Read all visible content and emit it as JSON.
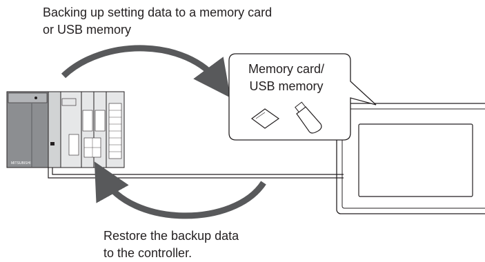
{
  "captions": {
    "backup": [
      "Backing up setting data to a memory card",
      "or USB memory"
    ],
    "restore": [
      "Restore the backup data",
      "to the controller."
    ]
  },
  "callout": [
    "Memory card/",
    "USB memory"
  ],
  "plc_logo": "MITSUBISHI",
  "colors": {
    "arrow": "#58595b",
    "outline": "#231f20",
    "plc_body": "#8c8e91",
    "plc_light": "#e6e7e8",
    "panel_screen": "#ffffff",
    "cable": "#231f20"
  }
}
